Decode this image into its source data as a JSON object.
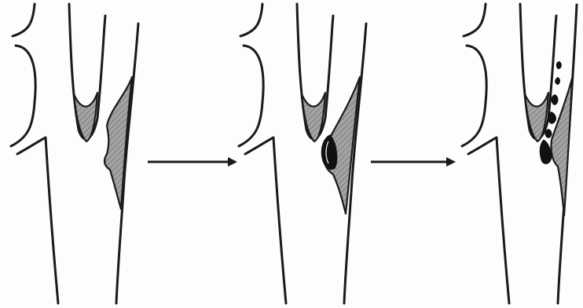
{
  "figure": {
    "panels": [
      {
        "id": "panel-1",
        "stage": "plaque"
      },
      {
        "id": "panel-2",
        "stage": "plaque-with-thrombus"
      },
      {
        "id": "panel-3",
        "stage": "embolization"
      }
    ],
    "arrows": 2,
    "colors": {
      "ink": "#1a1a1a",
      "plaque_fill": "#9a9a9a",
      "background": "#fdfdfd"
    }
  }
}
